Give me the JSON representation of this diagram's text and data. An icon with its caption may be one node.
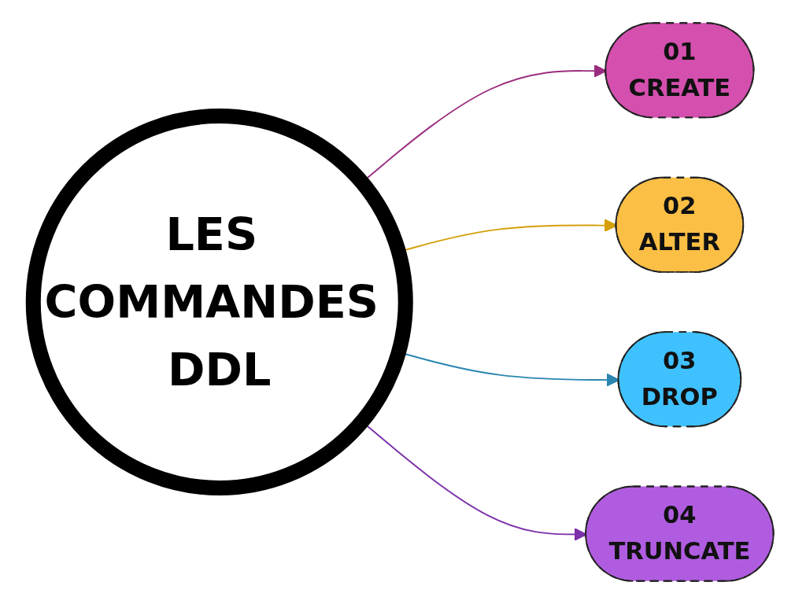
{
  "diagram": {
    "nodes": [
      {
        "text": [
          "LES COMMANDES DDL"
        ]
      },
      {
        "text": [
          "01",
          "CREATE"
        ]
      },
      {
        "text": [
          "02",
          "ALTER"
        ]
      },
      {
        "text": [
          "03",
          "DROP"
        ]
      },
      {
        "text": [
          "04",
          "TRUNCATE"
        ]
      }
    ],
    "edges": [
      {
        "from": 0,
        "to": 1,
        "arrow": "to",
        "color": "#9b2d7f"
      },
      {
        "from": 0,
        "to": 2,
        "arrow": "to",
        "color": "#d4a00a"
      },
      {
        "from": 0,
        "to": 3,
        "arrow": "to",
        "color": "#2a86b0"
      },
      {
        "from": 0,
        "to": 4,
        "arrow": "to",
        "color": "#7b2fa8"
      }
    ]
  }
}
